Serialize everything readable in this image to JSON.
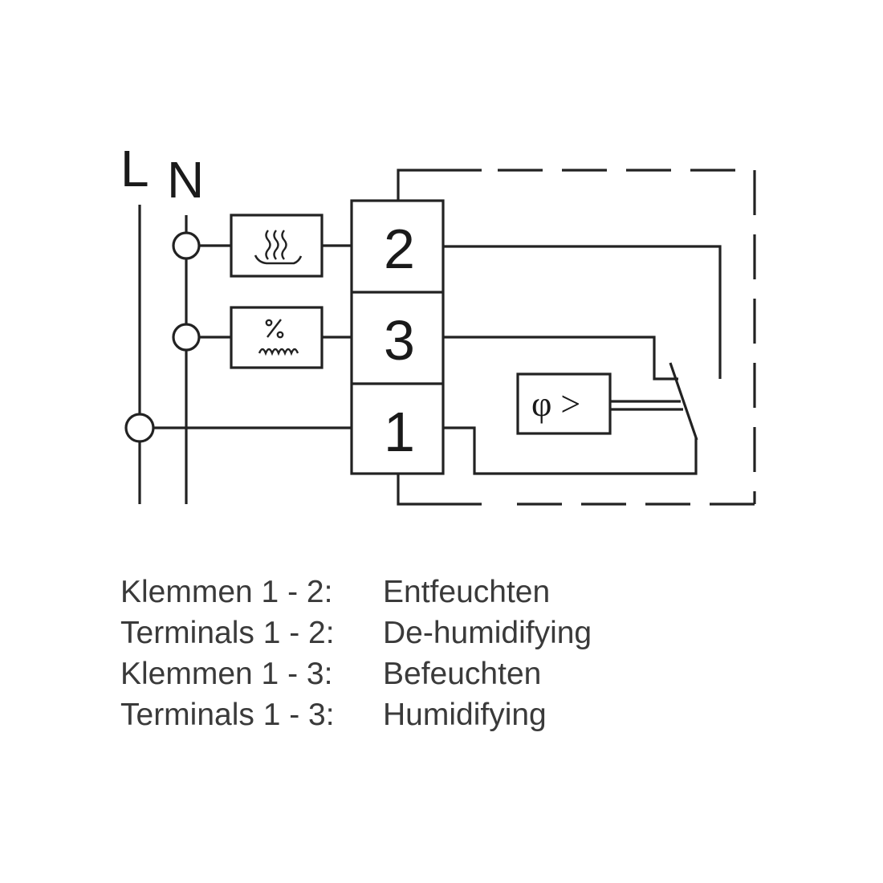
{
  "diagram": {
    "phase_label": "L",
    "neutral_label": "N",
    "terminals": [
      "2",
      "3",
      "1"
    ],
    "sensor_label": "φ >",
    "dehumidifier_icon": "dehumidifier-heat-waves-icon",
    "humidifier_icon": "humidifier-percent-water-icon"
  },
  "legend": [
    {
      "label": "Klemmen 1 - 2:",
      "value": "Entfeuchten"
    },
    {
      "label": "Terminals 1 - 2:",
      "value": "De-humidifying"
    },
    {
      "label": "Klemmen 1 - 3:",
      "value": "Befeuchten"
    },
    {
      "label": "Terminals 1 - 3:",
      "value": "Humidifying"
    }
  ]
}
